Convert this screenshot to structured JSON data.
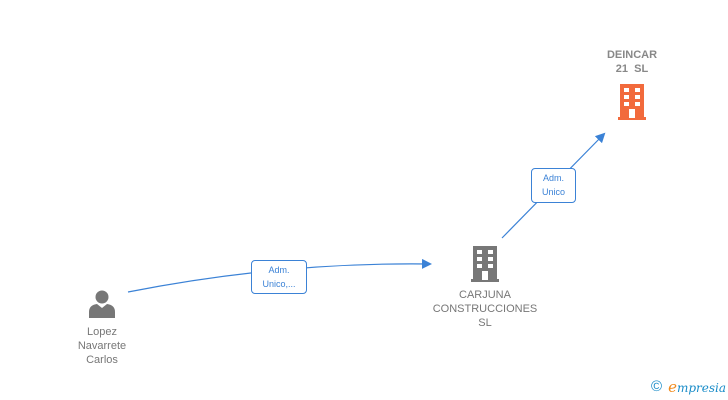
{
  "colors": {
    "edge": "#3b82d6",
    "company_highlight": "#f26a3c",
    "company_default": "#777777",
    "person": "#777777",
    "brand": "#1a8cc8"
  },
  "nodes": [
    {
      "id": "person",
      "type": "person",
      "icon": "person-icon",
      "label_lines": [
        "Lopez",
        "Navarrete",
        "Carlos"
      ]
    },
    {
      "id": "carjuna",
      "type": "company",
      "icon": "building-icon",
      "label_lines": [
        "CARJUNA",
        "CONSTRUCCIONES",
        "SL"
      ]
    },
    {
      "id": "deincar",
      "type": "company",
      "icon": "building-icon",
      "highlight": true,
      "label_lines": [
        "DEINCAR",
        "21  SL"
      ]
    }
  ],
  "edges": [
    {
      "from": "person",
      "to": "carjuna",
      "label_lines": [
        "Adm.",
        "Unico,..."
      ]
    },
    {
      "from": "carjuna",
      "to": "deincar",
      "label_lines": [
        "Adm.",
        "Unico"
      ]
    }
  ],
  "footer": {
    "copyright_symbol": "©",
    "brand_initial": "e",
    "brand_rest": "mpresia"
  }
}
